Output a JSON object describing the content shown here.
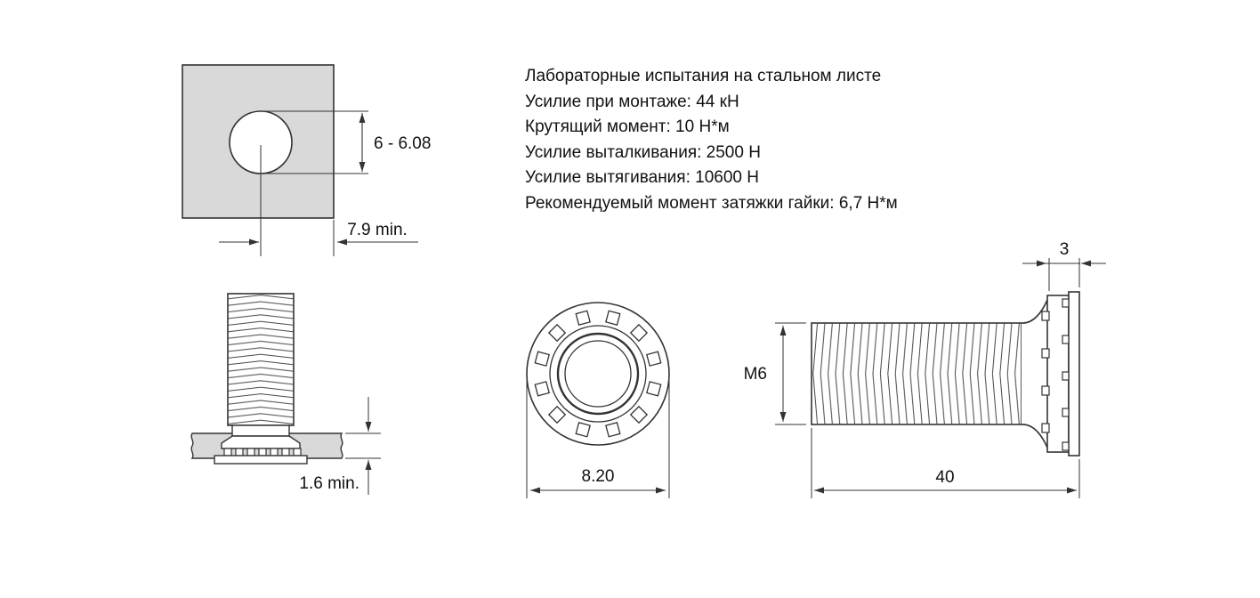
{
  "colors": {
    "line": "#333333",
    "plate_fill": "#d9d9d9",
    "text": "#111111",
    "background": "#ffffff"
  },
  "specs": {
    "title": "Лабораторные испытания на стальном листе",
    "lines": [
      "Усилие при монтаже: 44 кН",
      "Крутящий момент: 10 Н*м",
      "Усилие выталкивания: 2500 Н",
      "Усилие вытягивания: 10600 Н",
      "Рекомендуемый момент затяжки гайки: 6,7 Н*м"
    ]
  },
  "dimensions": {
    "hole_diameter": "6 - 6.08",
    "edge_distance": "7.9 min.",
    "sheet_thickness": "1.6 min.",
    "flange_diameter": "8.20",
    "thread_size": "M6",
    "stud_length": "40",
    "head_thickness": "3"
  }
}
